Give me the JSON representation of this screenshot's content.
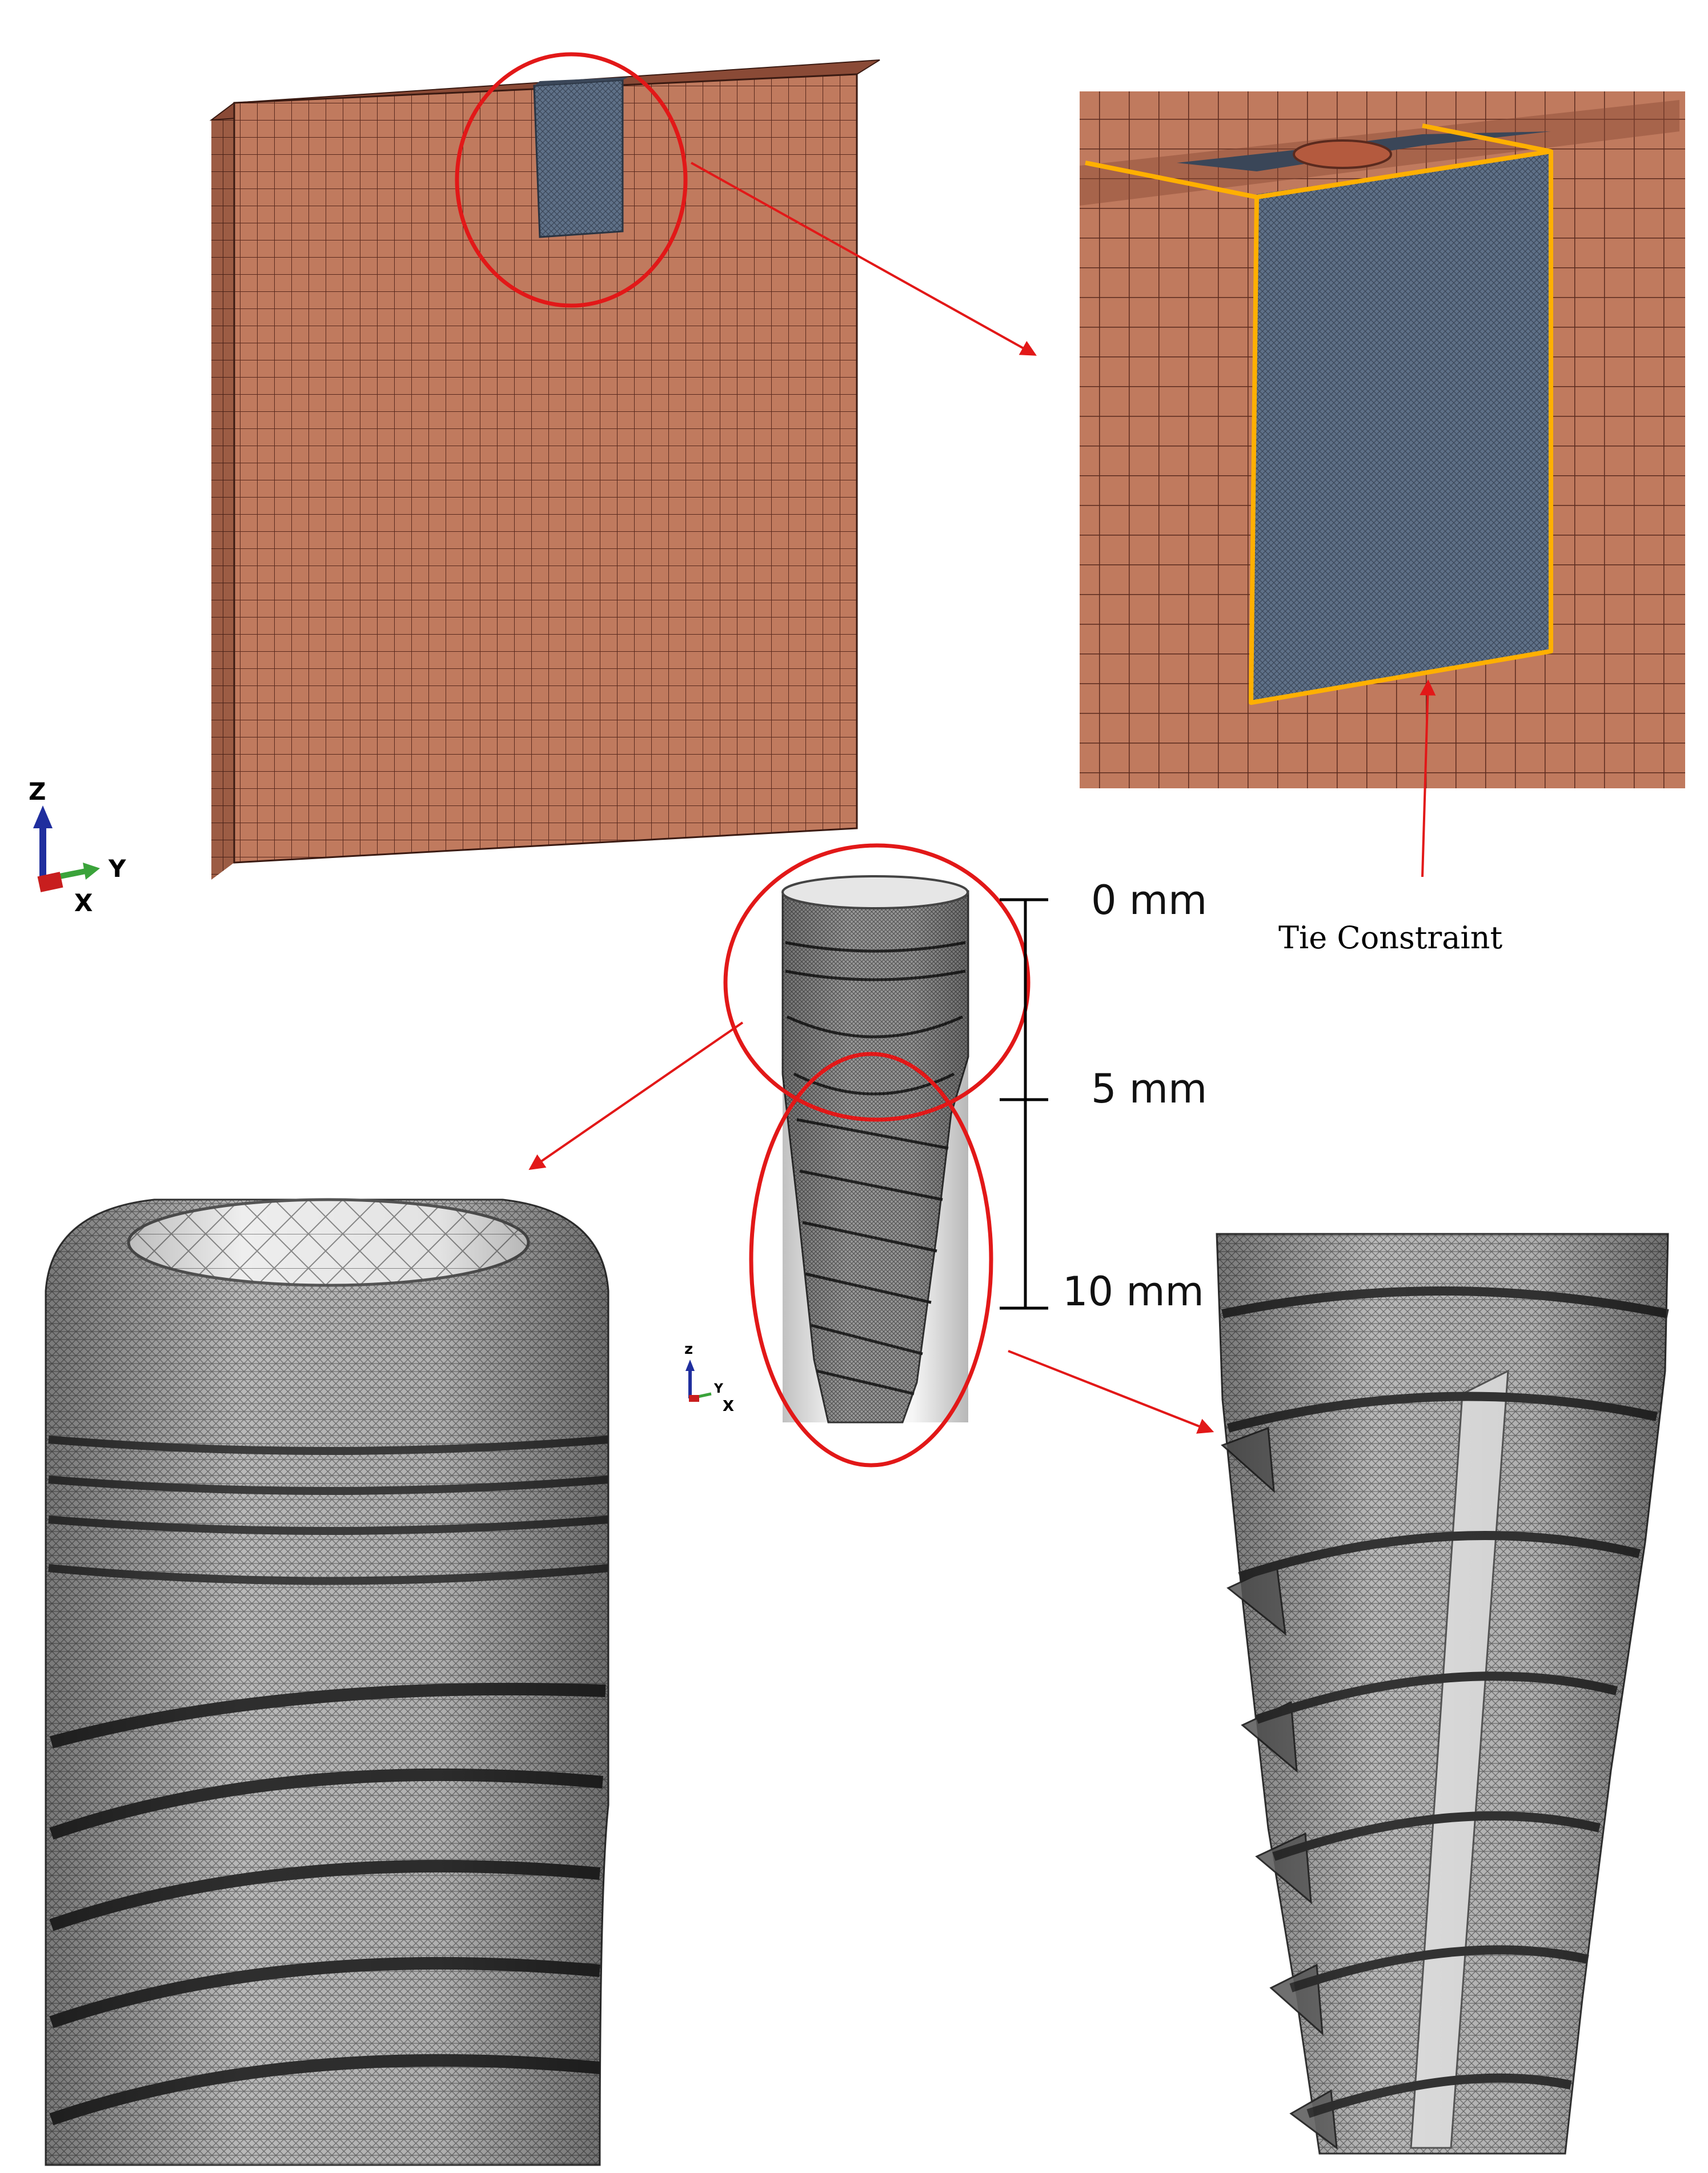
{
  "colors": {
    "bone": "#c07a5e",
    "bone_dark": "#8a4a36",
    "bone_side": "#9c5c44",
    "bone_grid": "#5a2a1e",
    "cancellous_mesh": "#5f7188",
    "cancellous_dark": "#3a4658",
    "implant": "#b9b9b9",
    "implant_dark": "#6c6c6c",
    "implant_light": "#e6e6e6",
    "highlight_red": "#e21818",
    "tie_yellow": "#ffb000",
    "axis_z": "#1f2e9e",
    "axis_y": "#3aa33a",
    "axis_x": "#c81e1e"
  },
  "labels": {
    "tie_constraint": "Tie Constraint",
    "scale": [
      "0 mm",
      "5 mm",
      "10 mm"
    ]
  },
  "triads": [
    {
      "z": "Z",
      "y": "Y",
      "x": "X"
    },
    {
      "z": "z",
      "y": "Y",
      "x": "X"
    }
  ],
  "icons": [
    "coordinate-triad-icon"
  ]
}
